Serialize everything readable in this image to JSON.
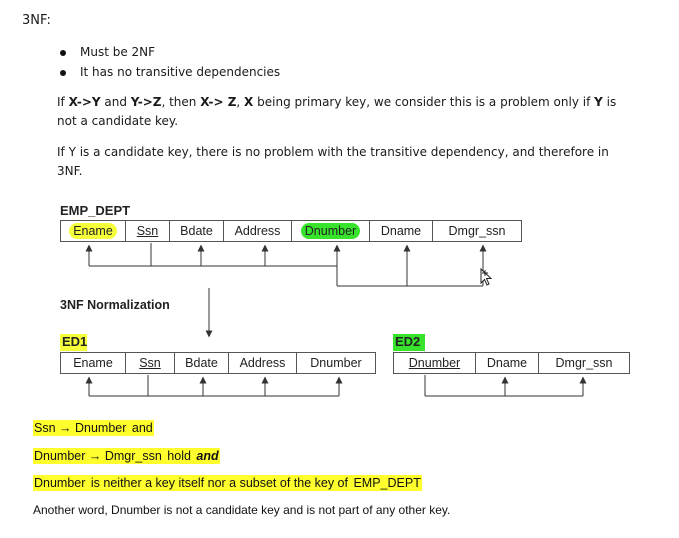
{
  "heading": "3NF:",
  "bullets": [
    "Must be 2NF",
    "It has no transitive dependencies"
  ],
  "para1": {
    "t1": "If ",
    "t2": "X->Y",
    "t3": " and ",
    "t4": "Y->Z",
    "t5": ", then ",
    "t6": "X-> Z",
    "t7": ", ",
    "t8": "X",
    "t9": " being primary key, we consider this is a problem only if ",
    "t10": "Y",
    "t11": " is not a candidate key."
  },
  "para2": "If Y is a candidate key, there is no problem with the transitive dependency, and therefore in 3NF.",
  "emp_dept": {
    "title": "EMP_DEPT",
    "columns": [
      "Ename",
      "Ssn",
      "Bdate",
      "Address",
      "Dnumber",
      "Dname",
      "Dmgr_ssn"
    ]
  },
  "normalization_label": "3NF Normalization",
  "ed1": {
    "title": "ED1",
    "columns": [
      "Ename",
      "Ssn",
      "Bdate",
      "Address",
      "Dnumber"
    ]
  },
  "ed2": {
    "title": "ED2",
    "columns": [
      "Dnumber",
      "Dname",
      "Dmgr_ssn"
    ]
  },
  "fd_lines": {
    "line1_a": "Ssn → Dnumber",
    "line1_b": " and",
    "line2_a": "Dnumber → Dmgr_ssn",
    "line2_b": " hold ",
    "line2_c": "and",
    "line3_a": "Dnumber",
    "line3_b": " is neither a key itself nor a subset of the key of ",
    "line3_c": "EMP_DEPT"
  },
  "closing": "Another word, Dnumber is not a candidate key and is not part of any other key.",
  "colors": {
    "yellow_highlight": "#f5ff3a",
    "green_highlight": "#37e42b"
  },
  "icons": [
    "move-cursor-icon"
  ]
}
